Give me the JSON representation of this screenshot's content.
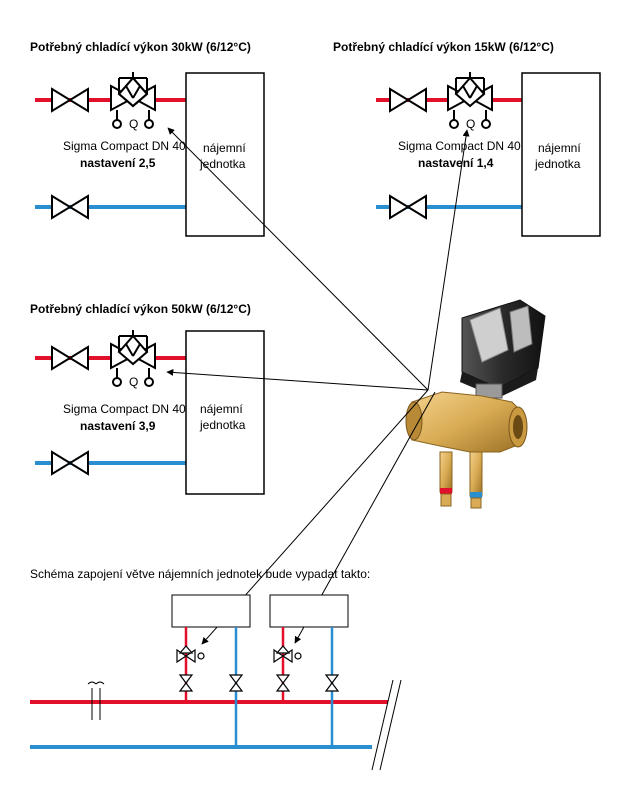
{
  "colors": {
    "supply": "#e3102b",
    "return": "#2a8fd0",
    "line": "#000000",
    "brass": "#d9ab54",
    "actuator": "#2e2e2e"
  },
  "blocks": [
    {
      "heading": "Potřebný chladící výkon 30kW (6/12°C)",
      "valve_name": "Sigma Compact DN 40",
      "setting": "nastavení 2,5",
      "unit_line1": "nájemní",
      "unit_line2": "jednotka"
    },
    {
      "heading": "Potřebný chladící výkon 15kW (6/12°C)",
      "valve_name": "Sigma Compact DN 40",
      "setting": "nastavení 1,4",
      "unit_line1": "nájemní",
      "unit_line2": "jednotka"
    },
    {
      "heading": "Potřebný chladící výkon 50kW (6/12°C)",
      "valve_name": "Sigma Compact DN 40",
      "setting": "nastavení 3,9",
      "unit_line1": "nájemní",
      "unit_line2": "jednotka"
    }
  ],
  "valve_symbol_label": "Q",
  "schema_caption": "Schéma zapojení větve nájemních jednotek bude vypadat takto:",
  "icons": [
    "ball-valve-icon",
    "balancing-valve-icon",
    "valve-photo-icon",
    "pipe-break-icon"
  ]
}
